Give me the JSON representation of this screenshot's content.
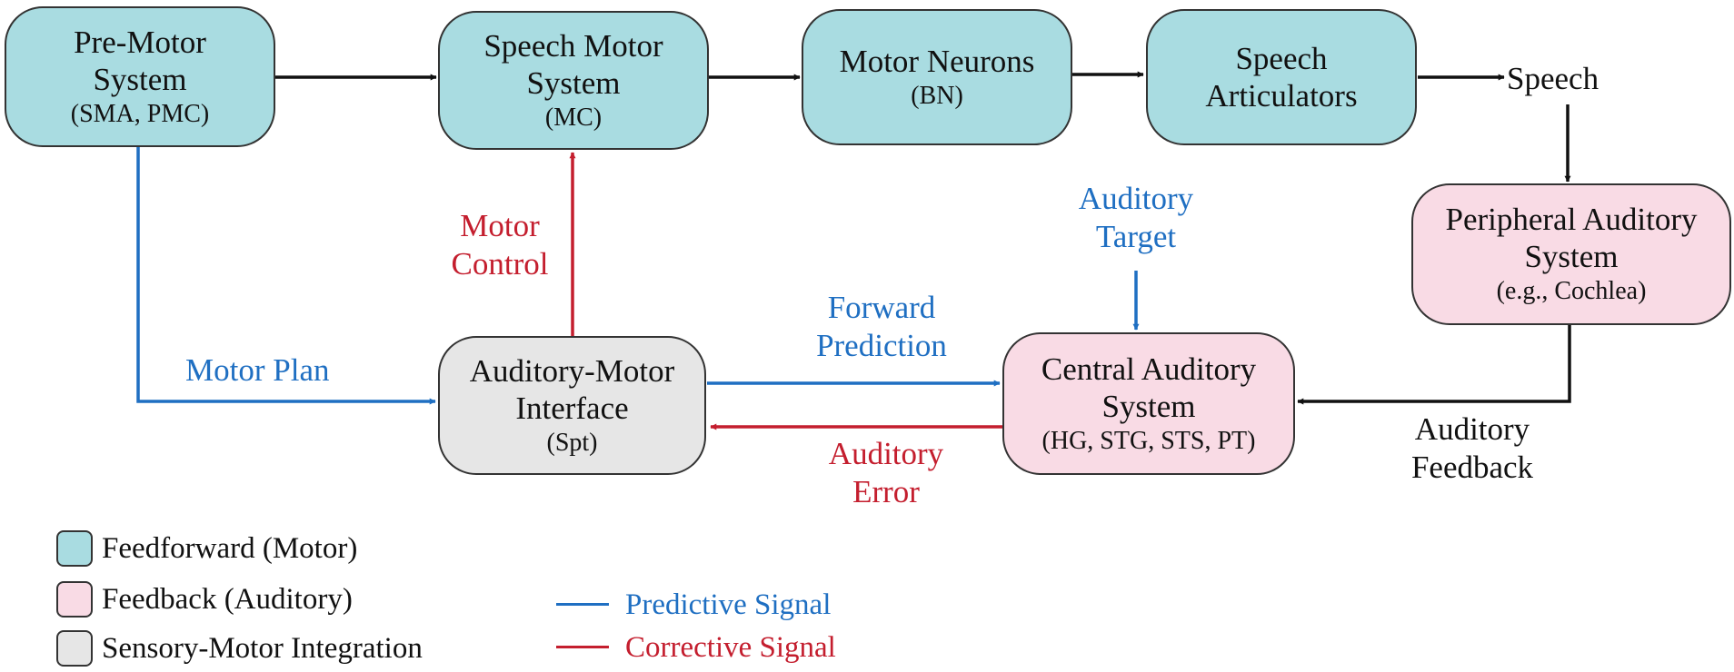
{
  "colors": {
    "feedforward_fill": "#a9dce1",
    "feedback_fill": "#f9dbe5",
    "integration_fill": "#e6e6e6",
    "predictive": "#1f6fc2",
    "corrective": "#c41e2e",
    "neutral": "#111111"
  },
  "nodes": {
    "premotor": {
      "title": "Pre-Motor System",
      "sub": "(SMA, PMC)",
      "type": "feedforward"
    },
    "speech_motor": {
      "title": "Speech Motor System",
      "sub": "(MC)",
      "type": "feedforward"
    },
    "motor_neurons": {
      "title": "Motor Neurons",
      "sub": "(BN)",
      "type": "feedforward"
    },
    "articulators": {
      "title": "Speech Articulators",
      "type": "feedforward"
    },
    "peripheral": {
      "title": "Peripheral Auditory System",
      "sub": "(e.g., Cochlea)",
      "type": "feedback"
    },
    "central": {
      "title": "Central Auditory System",
      "sub": "(HG, STG, STS, PT)",
      "type": "feedback"
    },
    "interface": {
      "title": "Auditory-Motor Interface",
      "sub": "(Spt)",
      "type": "integration"
    }
  },
  "labels": {
    "speech": "Speech",
    "motor_control": "Motor Control",
    "auditory_target": "Auditory Target",
    "motor_plan": "Motor Plan",
    "forward_prediction": "Forward Prediction",
    "auditory_error": "Auditory Error",
    "auditory_feedback": "Auditory Feedback"
  },
  "legend": {
    "feedforward": "Feedforward (Motor)",
    "feedback": "Feedback (Auditory)",
    "integration": "Sensory-Motor Integration",
    "predictive": "Predictive Signal",
    "corrective": "Corrective Signal"
  }
}
